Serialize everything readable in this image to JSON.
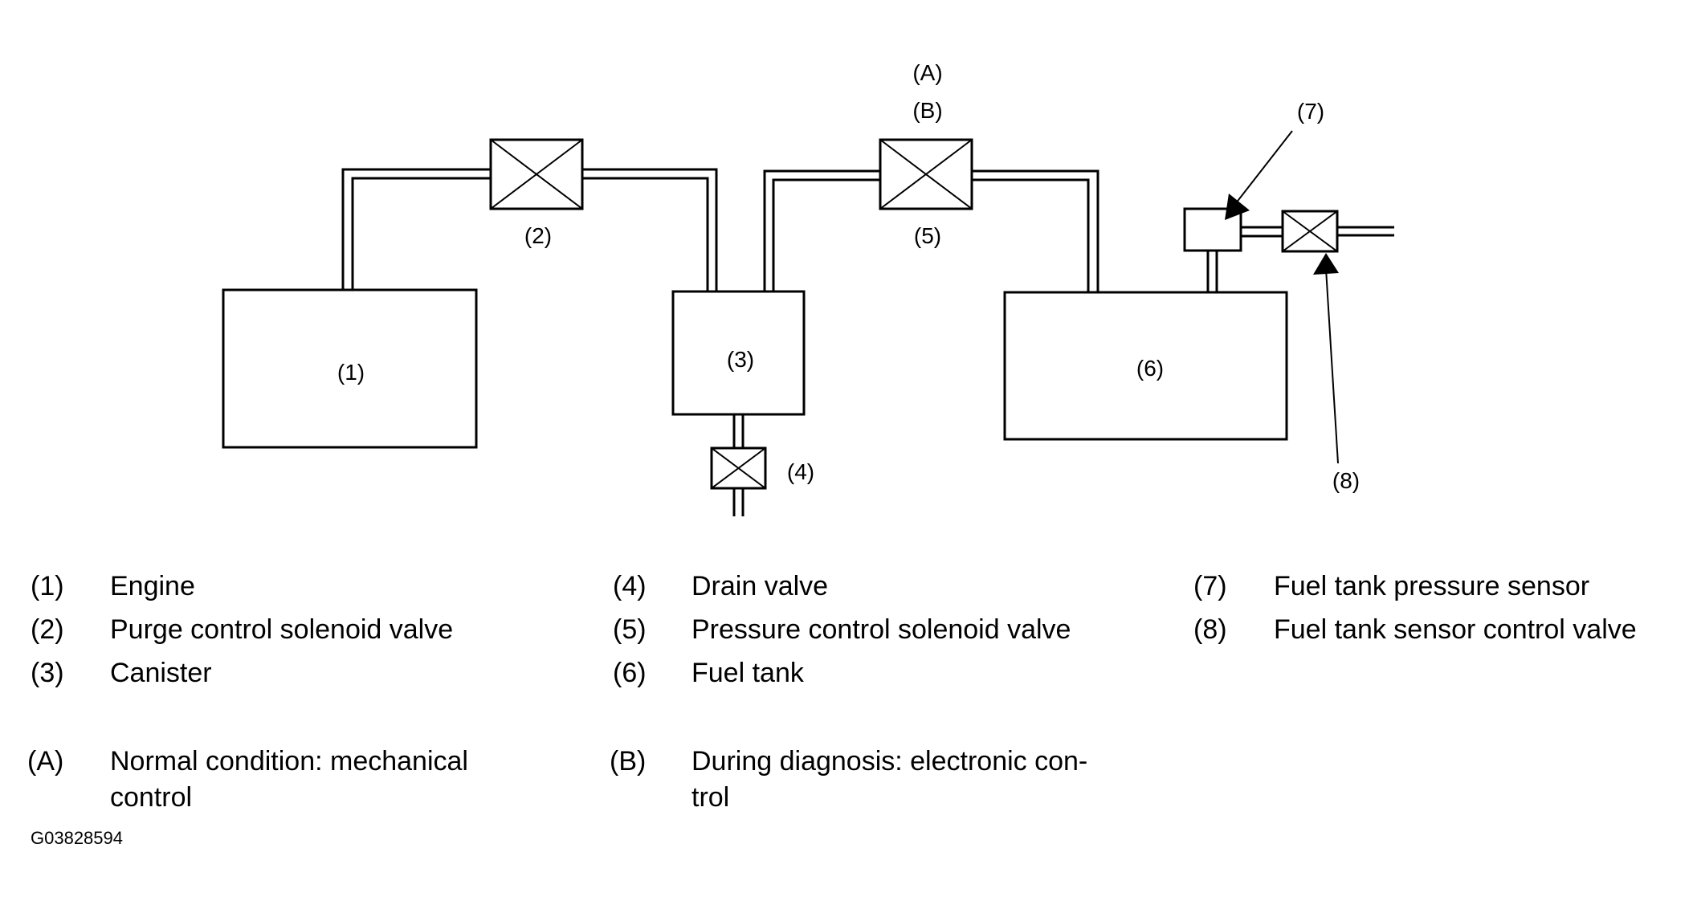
{
  "diagram": {
    "component_labels": {
      "c1": "(1)",
      "c2": "(2)",
      "c3": "(3)",
      "c4": "(4)",
      "c5": "(5)",
      "c6": "(6)",
      "c7": "(7)",
      "c8": "(8)",
      "a": "(A)",
      "b": "(B)"
    }
  },
  "legend": {
    "items": [
      {
        "key": "(1)",
        "text": "Engine"
      },
      {
        "key": "(2)",
        "text": "Purge control solenoid valve"
      },
      {
        "key": "(3)",
        "text": "Canister"
      },
      {
        "key": "(4)",
        "text": "Drain valve"
      },
      {
        "key": "(5)",
        "text": "Pressure control solenoid valve"
      },
      {
        "key": "(6)",
        "text": "Fuel tank"
      },
      {
        "key": "(7)",
        "text": "Fuel tank pressure sensor"
      },
      {
        "key": "(8)",
        "text": "Fuel tank sensor control valve"
      }
    ],
    "notes": [
      {
        "key": "(A)",
        "line1": "Normal condition: mechanical",
        "line2": "control"
      },
      {
        "key": "(B)",
        "line1": "During diagnosis: electronic con-",
        "line2": "trol"
      }
    ]
  },
  "figure_id": "G03828594"
}
